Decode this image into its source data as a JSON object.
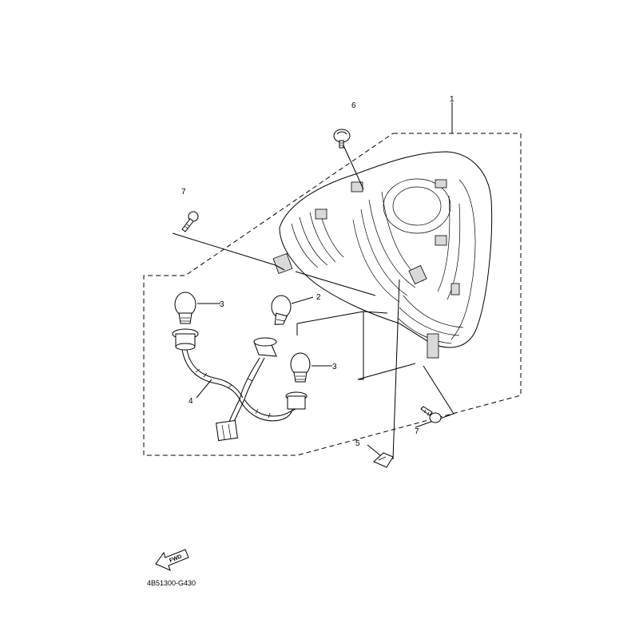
{
  "diagram": {
    "callouts": [
      "1",
      "2",
      "3",
      "3",
      "4",
      "5",
      "6",
      "7",
      "7"
    ],
    "drawing_code": "4B51300-G430",
    "fwd_label": "FWD"
  },
  "colors": {
    "line": "#000000",
    "background": "#ffffff"
  }
}
